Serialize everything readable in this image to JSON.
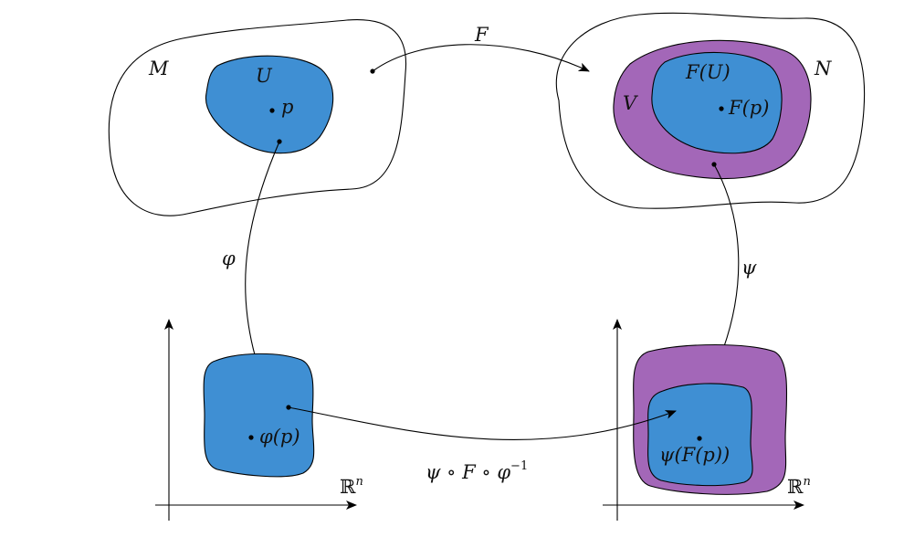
{
  "labels": {
    "M": "M",
    "U": "U",
    "p": "p",
    "F": "F",
    "N": "N",
    "V": "V",
    "FU": "F(U)",
    "Fp": "F(p)",
    "phi": "φ",
    "psi": "ψ",
    "phi_p": "φ(p)",
    "psi_F_p": "ψ(F(p))",
    "composition": "ψ ∘ F ∘ φ",
    "composition_exponent": "−1",
    "Rn_left_base": "ℝ",
    "Rn_left_exp": "n",
    "Rn_right_base": "ℝ",
    "Rn_right_exp": "n"
  },
  "colors": {
    "blue_region": "#3f8fd3",
    "purple_region": "#a367b8",
    "stroke": "#000000"
  }
}
